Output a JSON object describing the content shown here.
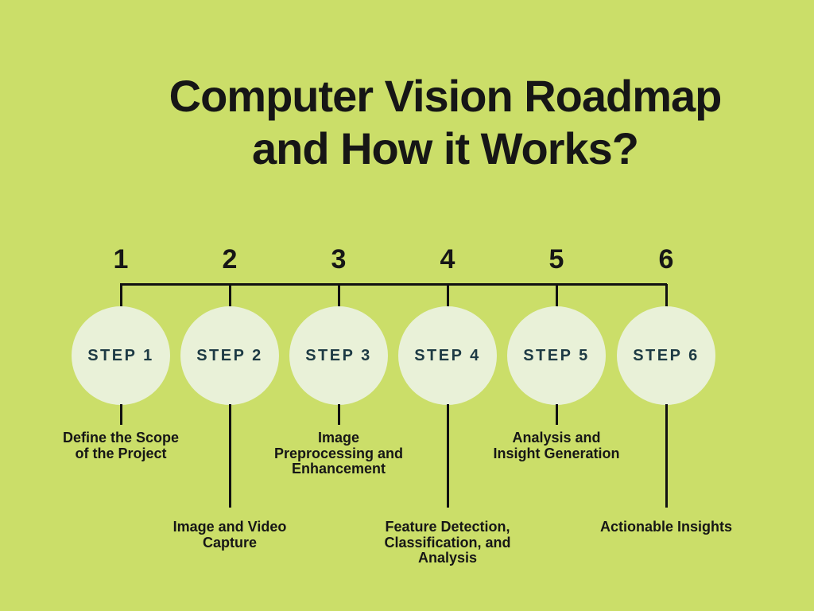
{
  "title": "Computer Vision Roadmap\nand How it Works?",
  "colors": {
    "background": "#cbde69",
    "circle_fill": "#e9f1d8",
    "step_label_text": "#1d3a44",
    "text": "#161616",
    "line": "#111111"
  },
  "steps": [
    {
      "number": "1",
      "circle_label": "STEP 1",
      "description": "Define the Scope\nof the Project"
    },
    {
      "number": "2",
      "circle_label": "STEP 2",
      "description": "Image and Video\nCapture"
    },
    {
      "number": "3",
      "circle_label": "STEP 3",
      "description": "Image\nPreprocessing and\nEnhancement"
    },
    {
      "number": "4",
      "circle_label": "STEP 4",
      "description": "Feature Detection,\nClassification, and\nAnalysis"
    },
    {
      "number": "5",
      "circle_label": "STEP 5",
      "description": "Analysis and\nInsight Generation"
    },
    {
      "number": "6",
      "circle_label": "STEP 6",
      "description": "Actionable Insights"
    }
  ]
}
